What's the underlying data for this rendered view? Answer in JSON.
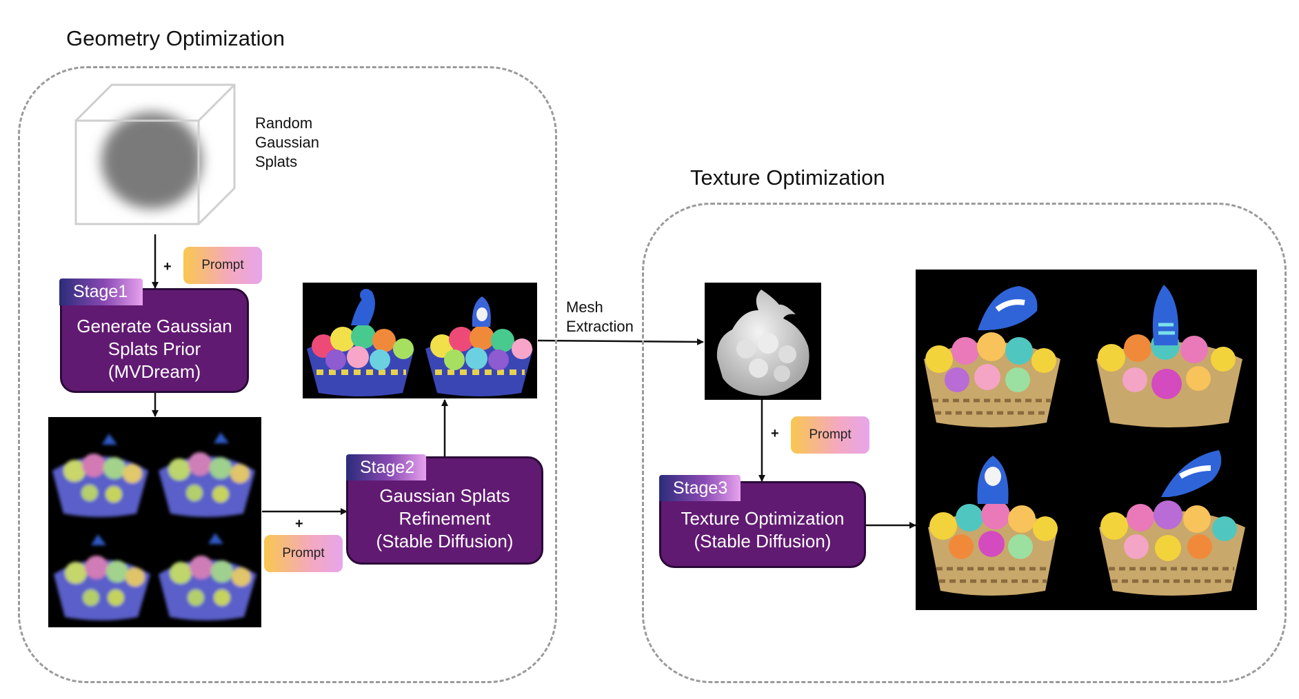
{
  "geometry": {
    "title": "Geometry Optimization",
    "random_label_lines": [
      "Random",
      "Gaussian",
      "Splats"
    ],
    "prompt_top": "Prompt",
    "plus_top": "+",
    "stage1": {
      "tag": "Stage1",
      "lines": [
        "Generate Gaussian",
        "Splats Prior",
        "(MVDream)"
      ]
    },
    "plus_mid": "+",
    "prompt_mid": "Prompt",
    "stage2": {
      "tag": "Stage2",
      "lines": [
        "Gaussian Splats",
        "Refinement",
        "(Stable Diffusion)"
      ]
    }
  },
  "mesh_label_lines": [
    "Mesh",
    "Extraction"
  ],
  "texture": {
    "title": "Texture Optimization",
    "plus": "+",
    "prompt": "Prompt",
    "stage3": {
      "tag": "Stage3",
      "lines": [
        "Texture Optimization",
        "(Stable Diffusion)"
      ]
    }
  },
  "colors": {
    "stage_box": "#611a72",
    "stage_tag_start": "#2b2c7a",
    "stage_tag_end": "#e7a2ee",
    "prompt_start": "#f9c74f",
    "prompt_end": "#e6a6ea",
    "dashed_border": "#9a9a9a"
  }
}
